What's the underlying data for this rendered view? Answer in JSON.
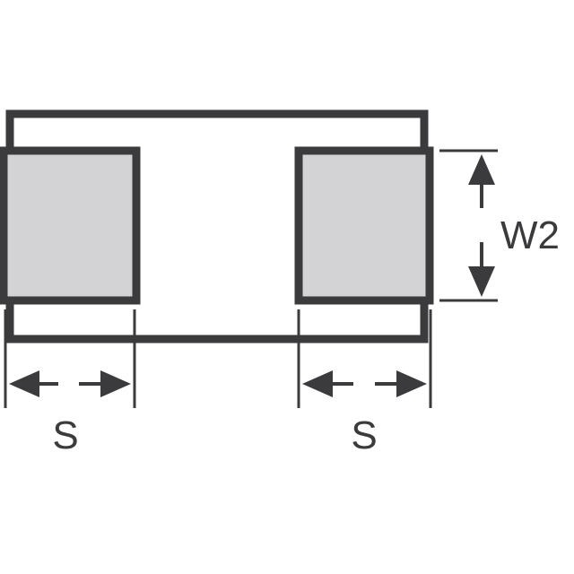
{
  "labels": {
    "width": "W2",
    "spacing_left": "S",
    "spacing_right": "S"
  },
  "colors": {
    "line": "#3b3b3d",
    "pad_fill": "#d3d3d5",
    "background": "#ffffff"
  }
}
